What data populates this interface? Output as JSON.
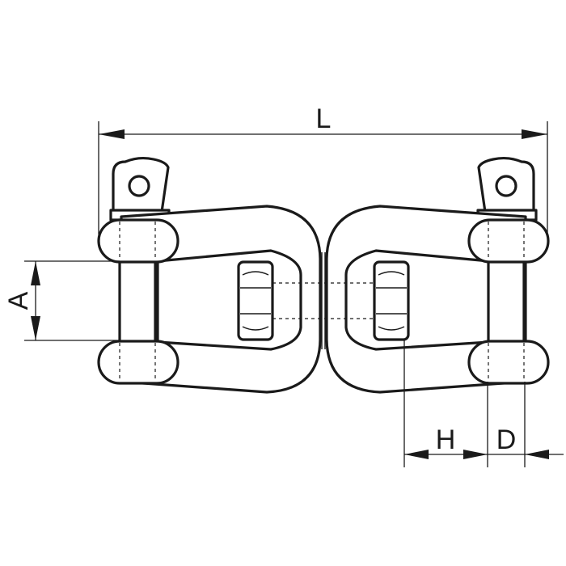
{
  "drawing": {
    "labels": {
      "length": "L",
      "opening": "A",
      "height": "H",
      "diameter": "D"
    },
    "line_color": "#1a1a1a",
    "background": "#ffffff"
  }
}
